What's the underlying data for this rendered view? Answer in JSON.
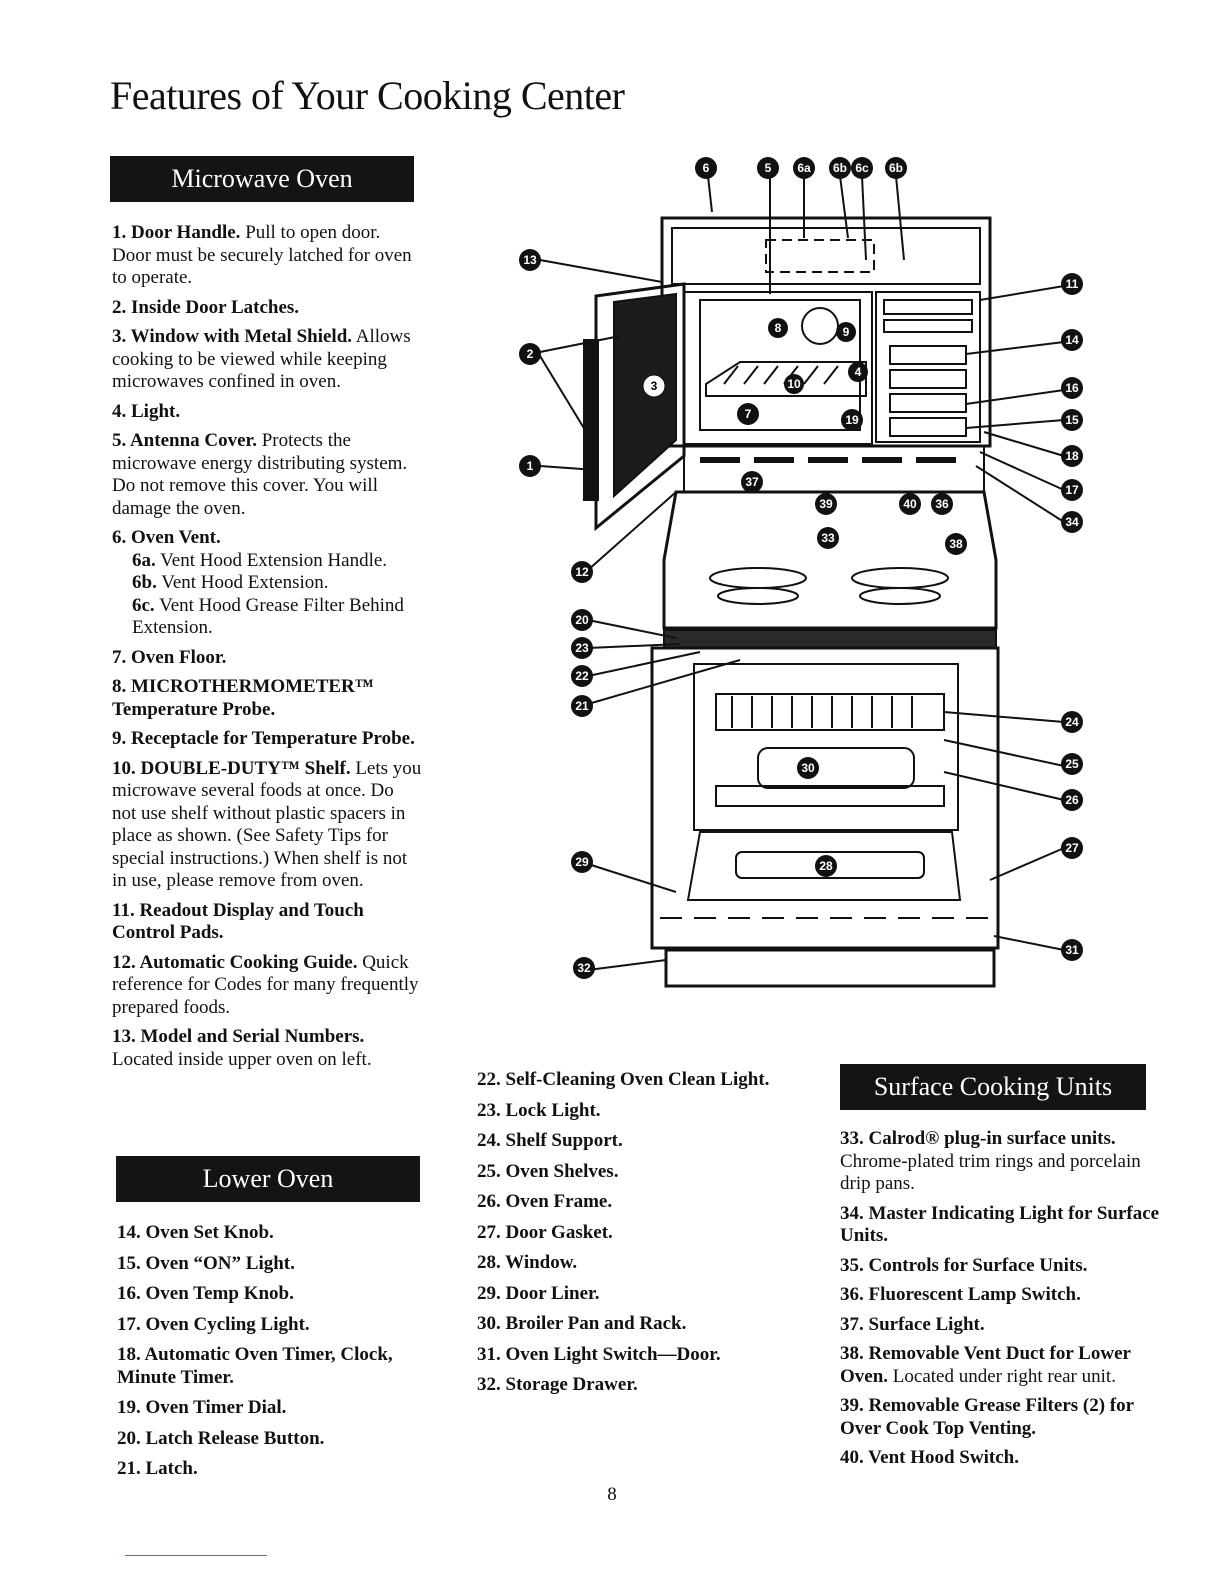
{
  "title": "Features of Your Cooking Center",
  "microwave": {
    "header": "Microwave Oven",
    "items": [
      {
        "label": "1. Door Handle.",
        "text": " Pull to open door. Door must be securely latched for oven to operate."
      },
      {
        "label": "2. Inside Door Latches.",
        "text": ""
      },
      {
        "label": "3. Window with Metal Shield.",
        "text": " Allows cooking to be viewed while keeping microwaves confined in oven."
      },
      {
        "label": "4. Light.",
        "text": ""
      },
      {
        "label": "5. Antenna Cover.",
        "text": " Protects the microwave energy distributing system. Do not remove this cover. You will damage the oven."
      },
      {
        "label": "6. Oven Vent.",
        "text": ""
      },
      {
        "label": "6a.",
        "text": " Vent Hood Extension Handle."
      },
      {
        "label": "6b.",
        "text": " Vent Hood Extension."
      },
      {
        "label": "6c.",
        "text": " Vent Hood Grease Filter Behind Extension."
      },
      {
        "label": "7. Oven Floor.",
        "text": ""
      },
      {
        "label": "8. MICROTHERMOMETER™ Temperature Probe.",
        "text": ""
      },
      {
        "label": "9. Receptacle for Temperature Probe.",
        "text": ""
      },
      {
        "label": "10. DOUBLE-DUTY™ Shelf.",
        "text": " Lets you microwave several foods at once. Do not use shelf without plastic spacers in place as shown. (See Safety Tips for special instructions.) When shelf is not in use, please remove from oven."
      },
      {
        "label": "11. Readout Display and Touch Control Pads.",
        "text": ""
      },
      {
        "label": "12. Automatic Cooking Guide.",
        "text": " Quick reference for Codes for many frequently prepared foods."
      },
      {
        "label": "13. Model and Serial Numbers.",
        "text": " Located inside upper oven on left."
      }
    ]
  },
  "lower_oven": {
    "header": "Lower Oven",
    "items": [
      "14. Oven Set Knob.",
      "15. Oven “ON” Light.",
      "16. Oven Temp Knob.",
      "17. Oven Cycling Light.",
      "18. Automatic Oven Timer, Clock, Minute Timer.",
      "19. Oven Timer Dial.",
      "20. Latch Release Button.",
      "21. Latch."
    ]
  },
  "middle": {
    "items": [
      "22. Self-Cleaning Oven Clean Light.",
      "23. Lock Light.",
      "24. Shelf Support.",
      "25. Oven Shelves.",
      "26. Oven Frame.",
      "27. Door Gasket.",
      "28. Window.",
      "29. Door Liner.",
      "30. Broiler Pan and Rack.",
      "31. Oven Light Switch—Door.",
      "32. Storage Drawer."
    ]
  },
  "surface": {
    "header": "Surface Cooking Units",
    "items": [
      {
        "label": "33. Calrod® plug-in surface units.",
        "text": "Chrome-plated trim rings and porcelain drip pans."
      },
      {
        "label": "34. Master Indicating Light for Surface Units.",
        "text": ""
      },
      {
        "label": "35. Controls for Surface Units.",
        "text": ""
      },
      {
        "label": "36. Fluorescent Lamp Switch.",
        "text": ""
      },
      {
        "label": "37. Surface Light.",
        "text": ""
      },
      {
        "label": "38. Removable Vent Duct for Lower Oven.",
        "text": " Located under right rear unit."
      },
      {
        "label": "39. Removable Grease Filters (2) for Over Cook Top Venting.",
        "text": ""
      },
      {
        "label": "40. Vent Hood Switch.",
        "text": ""
      }
    ]
  },
  "diagram": {
    "callouts": [
      "6",
      "5",
      "6a",
      "6b",
      "6c",
      "6b",
      "13",
      "11",
      "2",
      "8",
      "9",
      "14",
      "16",
      "15",
      "3",
      "4",
      "7",
      "1",
      "10",
      "19",
      "18",
      "17",
      "37",
      "39",
      "40",
      "36",
      "34",
      "12",
      "33",
      "38",
      "20",
      "23",
      "22",
      "21",
      "24",
      "25",
      "26",
      "29",
      "30",
      "27",
      "28",
      "32",
      "31"
    ]
  },
  "page_number": "8"
}
